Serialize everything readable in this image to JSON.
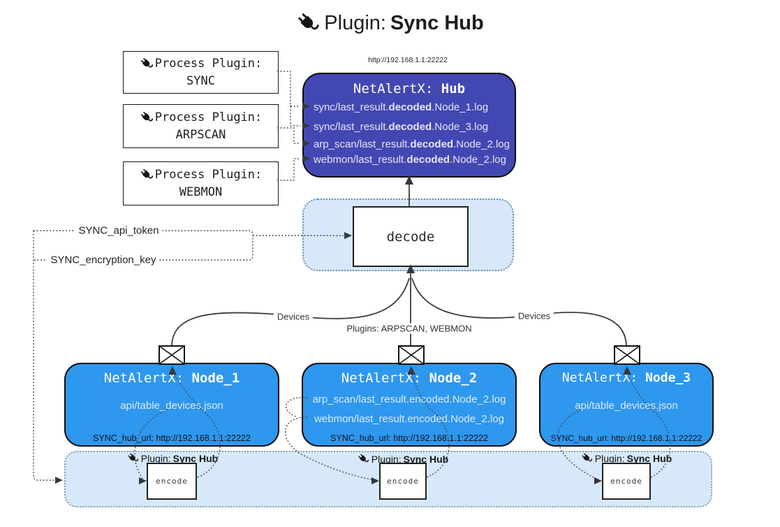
{
  "title": {
    "prefix": "Plugin: ",
    "bold": "Sync Hub"
  },
  "process_plugins": {
    "label": "Process Plugin:",
    "items": [
      {
        "name": "SYNC"
      },
      {
        "name": "ARPSCAN"
      },
      {
        "name": "WEBMON"
      }
    ]
  },
  "hub": {
    "url": "http://192.168.1.1:22222",
    "title_prefix": "NetAlertX: ",
    "title_bold": "Hub",
    "logs": [
      {
        "pre": "sync/last_result.",
        "bold": "decoded",
        "post": ".Node_1.log"
      },
      {
        "pre": "sync/last_result.",
        "bold": "decoded",
        "post": ".Node_3.log"
      },
      {
        "pre": "arp_scan/last_result.",
        "bold": "decoded",
        "post": ".Node_2.log"
      },
      {
        "pre": "webmon/last_result.",
        "bold": "decoded",
        "post": ".Node_2.log"
      }
    ]
  },
  "decode": {
    "label": "decode"
  },
  "settings": {
    "api_token": "SYNC_api_token",
    "encryption_key": "SYNC_encryption_key"
  },
  "edge_labels": {
    "devices_left": "Devices",
    "devices_right": "Devices",
    "plugins_center": "Plugins: ARPSCAN, WEBMON"
  },
  "nodes": [
    {
      "title_prefix": "NetAlertX: ",
      "title_bold": "Node_1",
      "lines": [
        "api/table_devices.json"
      ],
      "hub_url": "SYNC_hub_url: http://192.168.1.1:22222"
    },
    {
      "title_prefix": "NetAlertX: ",
      "title_bold": "Node_2",
      "lines": [
        "arp_scan/last_result.encoded.Node_2.log",
        "webmon/last_result.encoded.Node_2.log"
      ],
      "hub_url": "SYNC_hub_url: http://192.168.1.1:22222"
    },
    {
      "title_prefix": "NetAlertX: ",
      "title_bold": "Node_3",
      "lines": [
        "api/table_devices.json"
      ],
      "hub_url": "SYNC_hub_url: http://192.168.1.1:22222"
    }
  ],
  "encoders": {
    "label_prefix": "Plugin: ",
    "label_bold": "Sync Hub",
    "box_label": "encode"
  },
  "colors": {
    "hub_bg": "#4347b2",
    "node_bg": "#2e97ee",
    "panel_bg": "#d6e8fa",
    "line_dark": "#383d42"
  }
}
